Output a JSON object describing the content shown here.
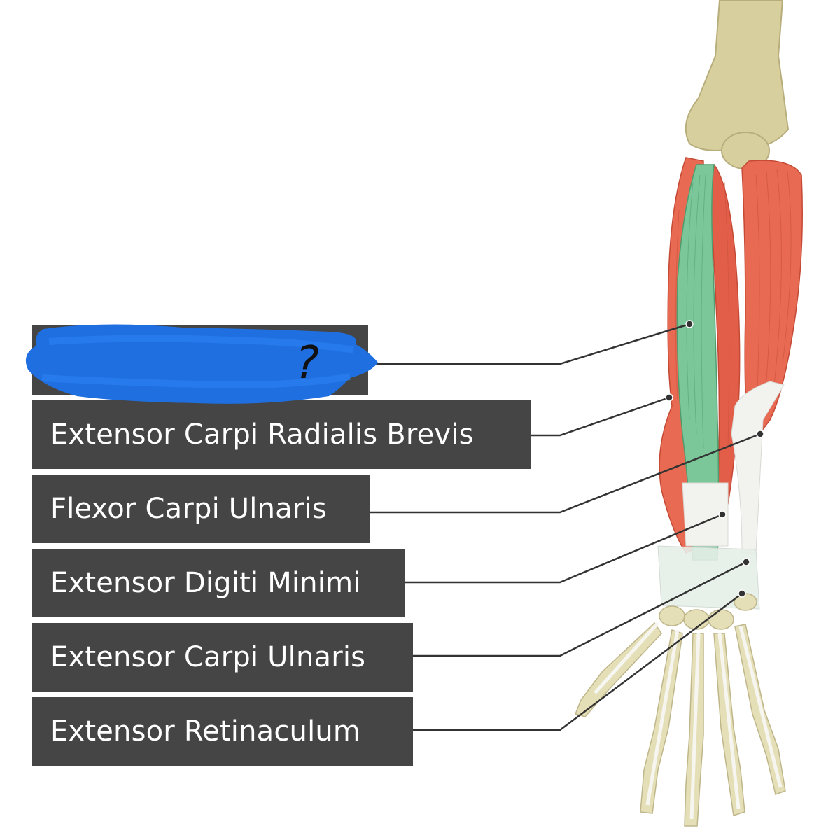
{
  "diagram": {
    "labels": [
      {
        "text": ""
      },
      {
        "text": "Extensor Carpi Radialis Brevis"
      },
      {
        "text": "Flexor Carpi Ulnaris"
      },
      {
        "text": "Extensor Digiti Minimi"
      },
      {
        "text": "Extensor Carpi Ulnaris"
      },
      {
        "text": "Extensor Retinaculum"
      }
    ],
    "annotation": {
      "mark": "?"
    },
    "colors": {
      "label_bg": "#454545",
      "label_text": "#ffffff",
      "scribble": "#1f6fe0",
      "bone": "#d8cf9e",
      "muscle": "#e86a52",
      "highlight_muscle": "#7cc79a",
      "tendon": "#f2f2ee",
      "leader_line": "#333333"
    }
  }
}
